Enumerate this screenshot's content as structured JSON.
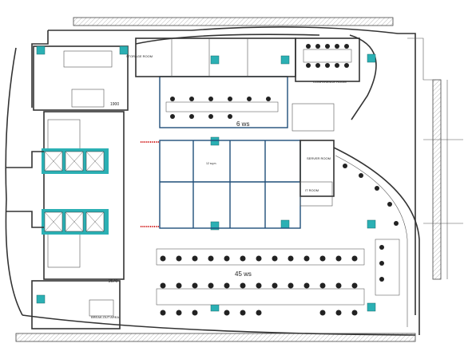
{
  "labels": {
    "storage_room": "STORAGE ROOM",
    "conference_room": "CONFERENCE ROOM",
    "cabin_ws": "6 ws",
    "server_room": "SERVER ROOM",
    "it_room": "IT ROOM",
    "open_ws": "45 ws",
    "break_out_area": "BREAK-OUT AREA",
    "dim_1900": "1900",
    "dim_2670": "2670",
    "cabin_area": "12 sq.m."
  },
  "colors": {
    "pillar": "#2bb0b4",
    "glass_partition": "#1f4e79",
    "wall": "#333333",
    "chair": "#222222",
    "accent_hatch": "#d11a1a"
  }
}
